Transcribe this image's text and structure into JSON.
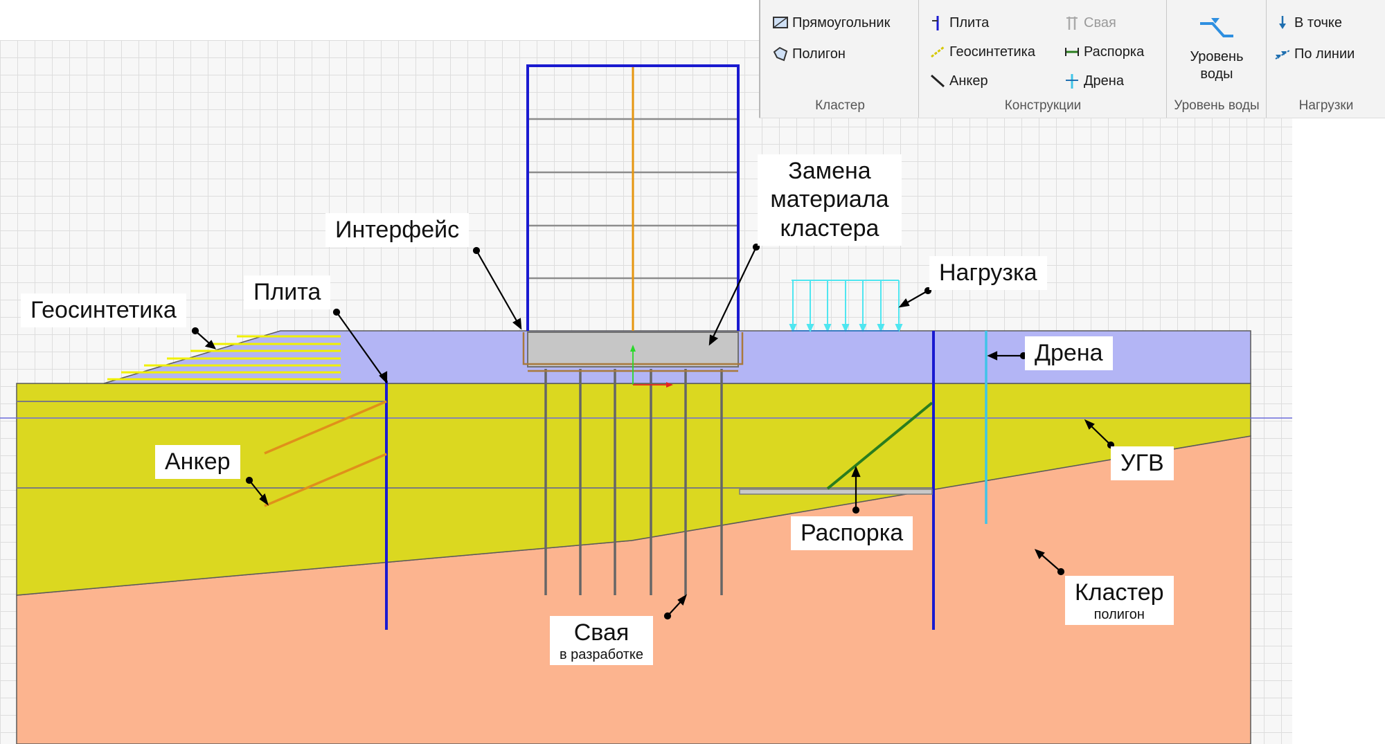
{
  "ribbon": {
    "groups": [
      {
        "caption": "Кластер",
        "items": [
          {
            "label": "Прямоугольник",
            "icon": "rectangle-icon"
          },
          {
            "label": "Полигон",
            "icon": "polygon-icon"
          }
        ]
      },
      {
        "caption": "Конструкции",
        "items": [
          {
            "label": "Плита",
            "icon": "plate-icon",
            "enabled": true
          },
          {
            "label": "Геосинтетика",
            "icon": "geosynthetic-icon",
            "enabled": true
          },
          {
            "label": "Анкер",
            "icon": "anchor-icon",
            "enabled": true
          },
          {
            "label": "Свая",
            "icon": "pile-icon",
            "enabled": false
          },
          {
            "label": "Распорка",
            "icon": "strut-icon",
            "enabled": true
          },
          {
            "label": "Дрена",
            "icon": "drain-icon",
            "enabled": true
          }
        ]
      },
      {
        "caption": "Уровень воды",
        "items": [
          {
            "label": "Уровень воды",
            "icon": "water-level-icon"
          }
        ]
      },
      {
        "caption": "Нагрузки",
        "items": [
          {
            "label": "В точке",
            "icon": "point-load-icon"
          },
          {
            "label": "По линии",
            "icon": "line-load-icon"
          }
        ]
      }
    ]
  },
  "callouts": {
    "geosynthetic": "Геосинтетика",
    "plate": "Плита",
    "interface": "Интерфейс",
    "material_replace": "Замена материала кластера",
    "load": "Нагрузка",
    "drain": "Дрена",
    "anchor": "Анкер",
    "gwl": "УГВ",
    "strut": "Распорка",
    "pile": "Свая",
    "pile_sub": "в разработке",
    "cluster": "Кластер",
    "cluster_sub": "полигон"
  },
  "colors": {
    "embankment": "#b3b5f5",
    "upper_layer": "#dbd820",
    "lower_layer": "#fcb48f",
    "plate": "#1a1ad0",
    "building_floor": "#8c8c8c",
    "building_column": "#e6960f",
    "geosynthetic": "#f0f000",
    "anchor": "#e0901a",
    "strut": "#2a7d1e",
    "drain": "#3fc4e8",
    "load": "#4fe6f0",
    "pile": "#666666",
    "water_level": "#6b6bdc"
  }
}
